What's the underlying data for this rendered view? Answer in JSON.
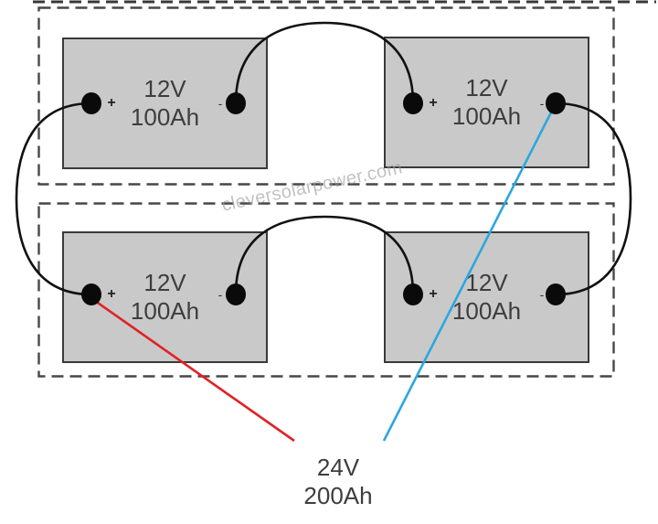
{
  "diagram": {
    "watermark": "cleversolarpower.com",
    "terminal_labels": {
      "positive": "+",
      "negative": "-"
    },
    "batteries": [
      {
        "voltage": "12V",
        "capacity": "100Ah"
      },
      {
        "voltage": "12V",
        "capacity": "100Ah"
      },
      {
        "voltage": "12V",
        "capacity": "100Ah"
      },
      {
        "voltage": "12V",
        "capacity": "100Ah"
      }
    ],
    "output": {
      "voltage": "24V",
      "capacity": "200Ah"
    },
    "colors": {
      "positive_lead": "#e02227",
      "negative_lead": "#2ba7de",
      "wire": "#111111",
      "battery_fill": "#c9c9c9",
      "battery_border": "#3a3a3a",
      "dashed_border": "#474747",
      "label_text": "#3d3d3d",
      "watermark_text": "#999999"
    }
  }
}
